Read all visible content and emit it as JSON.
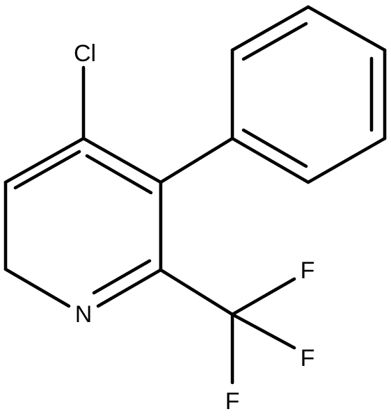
{
  "structure": {
    "atoms": {
      "cl": "Cl",
      "n": "N",
      "f1": "F",
      "f2": "F",
      "f3": "F"
    },
    "bond_color": "#000000",
    "background": "#ffffff"
  }
}
